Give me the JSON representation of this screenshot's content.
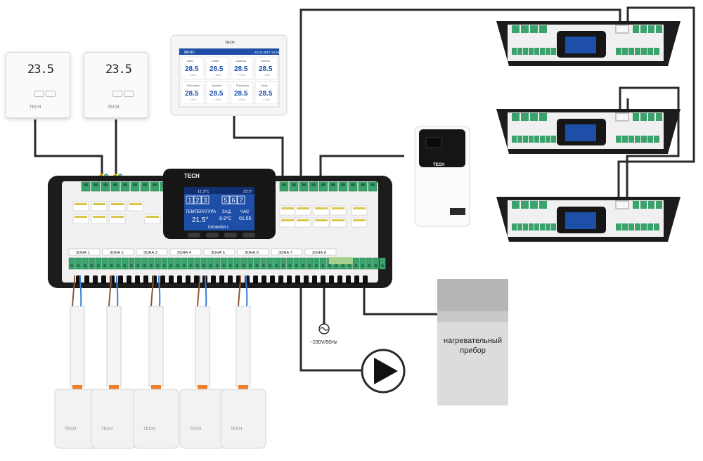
{
  "thermostats": [
    {
      "temp": "23.5",
      "brand": "TECH"
    },
    {
      "temp": "23.5",
      "brand": "TECH"
    }
  ],
  "panel": {
    "header_left": "MENU",
    "header_right": "22.03.2017 10:18",
    "tiles": [
      {
        "name": "Salon",
        "temp": "28.5",
        "set": "+ 20.5"
      },
      {
        "name": "Łódka",
        "temp": "28.5",
        "set": "+ 20.5"
      },
      {
        "name": "Łazienka",
        "temp": "28.5",
        "set": "+ 20.5"
      },
      {
        "name": "Kuchnia",
        "temp": "28.5",
        "set": "+ 20.5"
      },
      {
        "name": "Pokój dzieci",
        "temp": "28.5",
        "set": "+ 20.5"
      },
      {
        "name": "Sypialnia",
        "temp": "28.5",
        "set": "+ 20.5"
      },
      {
        "name": "Przedpokój",
        "temp": "28.5",
        "set": "+ 20.5"
      },
      {
        "name": "Garaż",
        "temp": "28.5",
        "set": "+ 20.5"
      }
    ]
  },
  "controller": {
    "brand": "TECH",
    "status_temp1": "11.3°C",
    "status_temp2": "23.5°",
    "zones_top": [
      "1",
      "2",
      "3"
    ],
    "zones_bottom": [
      "5",
      "6",
      "7"
    ],
    "label_temp": "ТЕМПЕРАТУРА",
    "label_set": "ЗАД.",
    "label_time": "ЧАС",
    "value_temp": "21.5°",
    "value_set": "8.9°C",
    "value_time": "01:55",
    "footer": "ПРОФИЛИ 1",
    "zone_labels": [
      "ЗОНА 1",
      "ЗОНА 2",
      "ЗОНА 3",
      "ЗОНА 4",
      "ЗОНА 5",
      "ЗОНА 6",
      "ЗОНА 7",
      "ЗОНА 8"
    ]
  },
  "power_label": "~230V/50Hz",
  "heater_label": "нагревательный прибор",
  "actuator_brand": "TECH",
  "boiler_brand": "TECH",
  "colors": {
    "housing": "#1c1c1c",
    "terminal": "#3aa36b",
    "screen": "#1d4fa8",
    "wire": "#2a2a2a",
    "brown_wire": "#8a5a3a",
    "blue_wire": "#3c7dd9",
    "yellow_wire": "#d8c21a",
    "heater_top": "#b5b5b5"
  }
}
